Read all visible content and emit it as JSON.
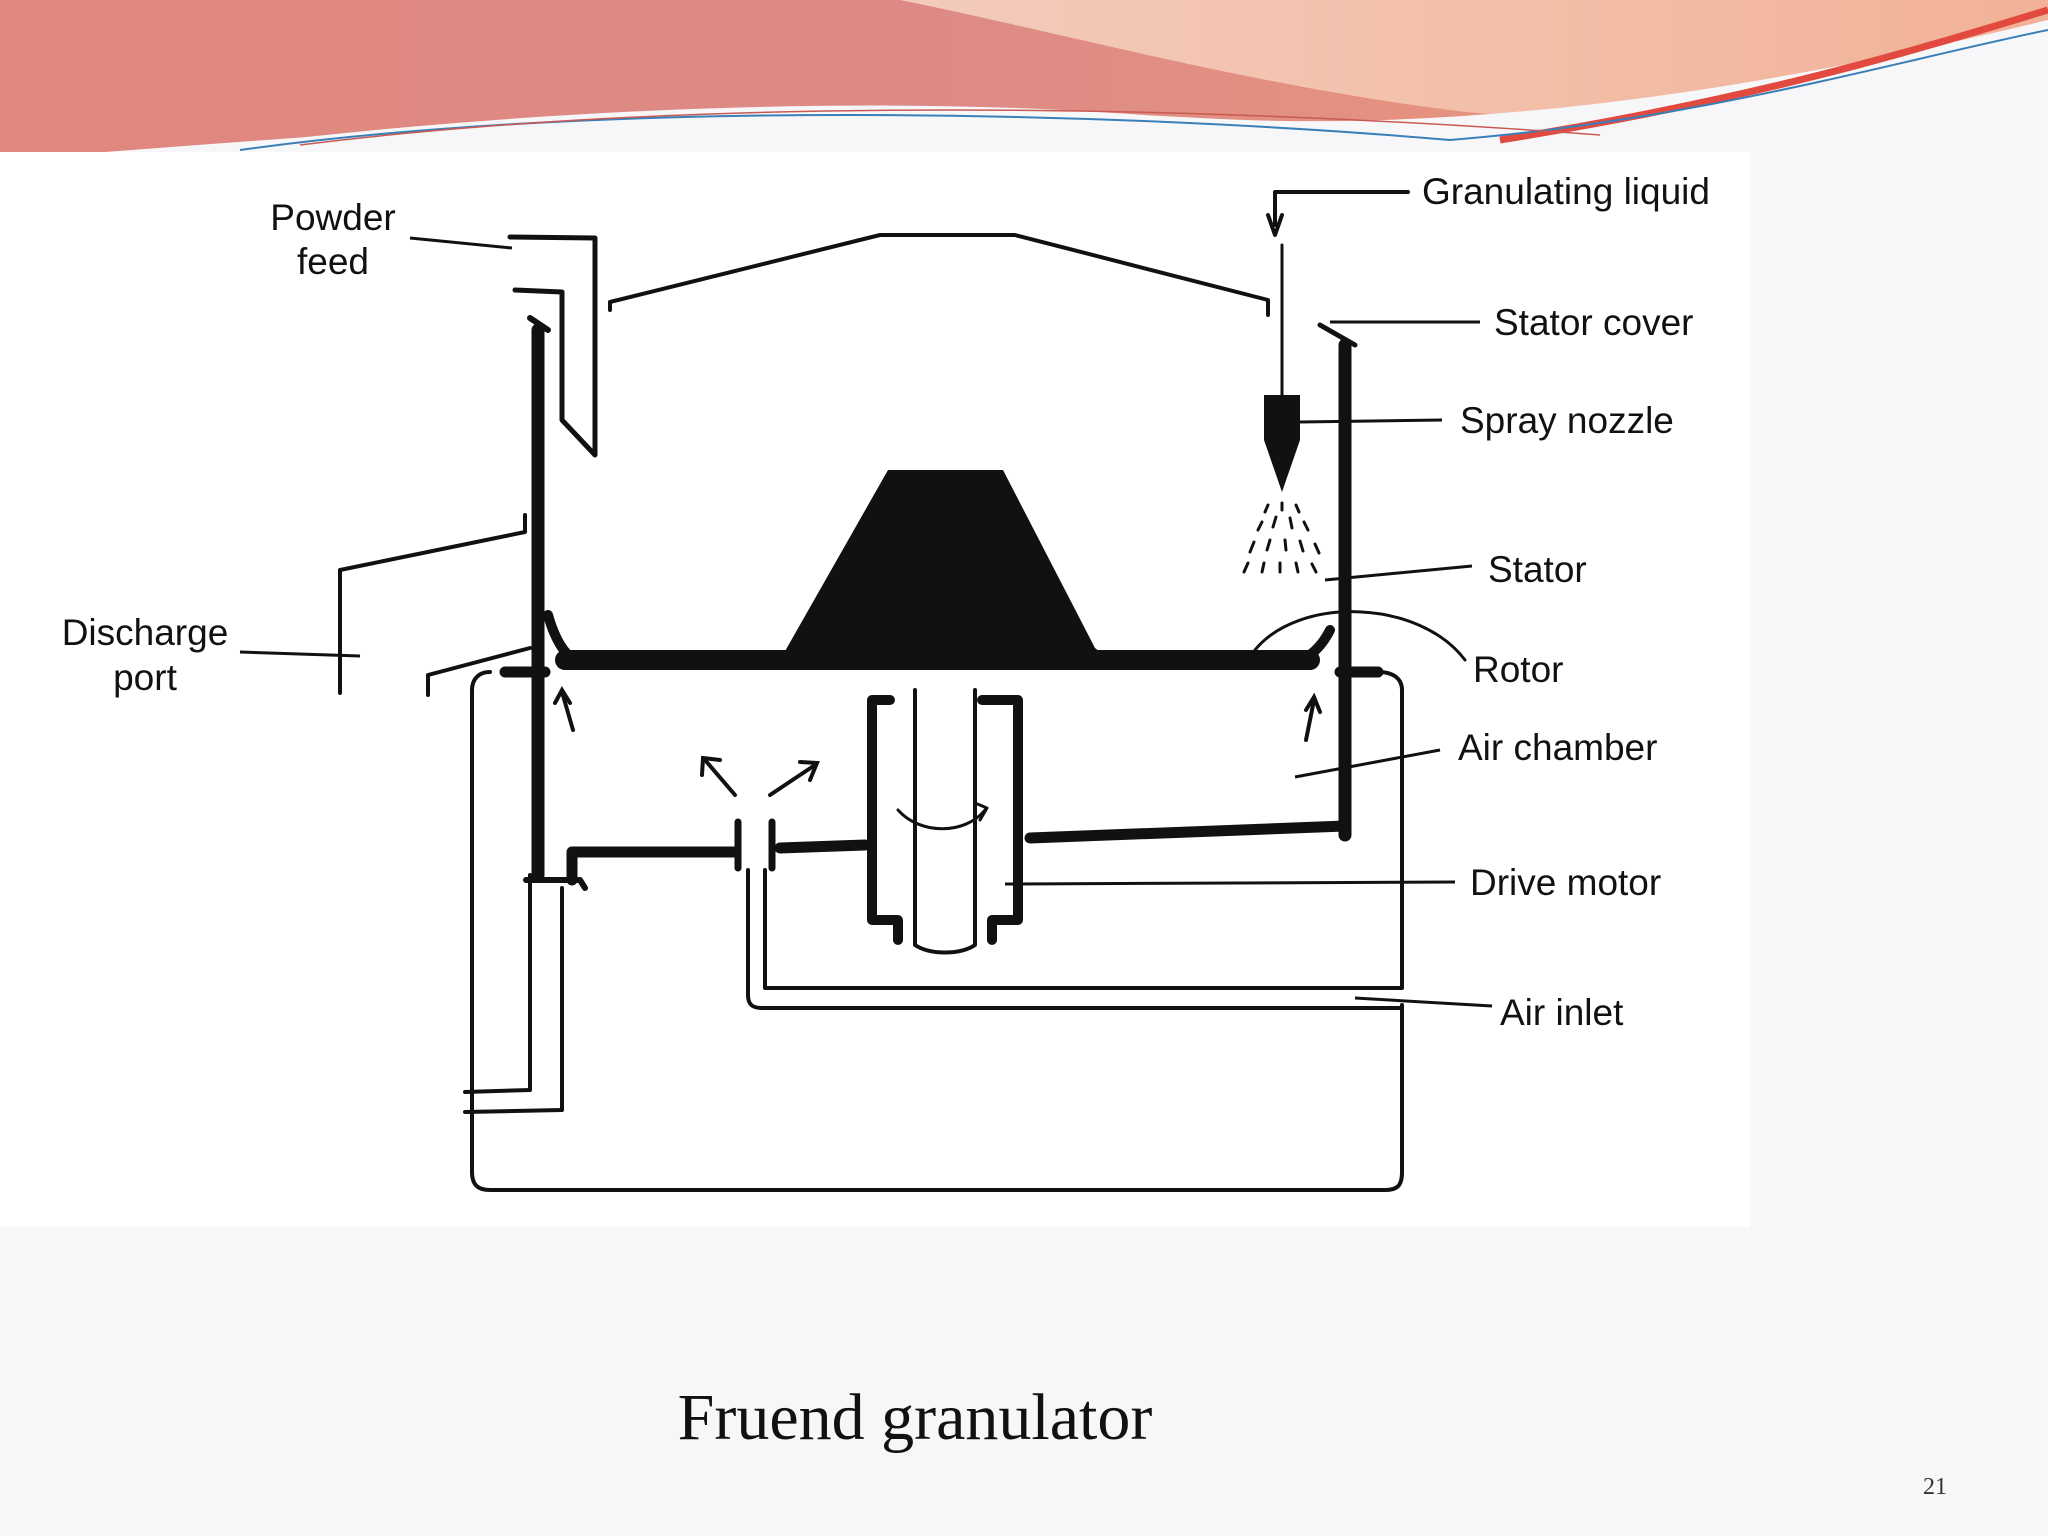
{
  "colors": {
    "banner_coral": "#e0887e",
    "banner_rose": "#e87d7a",
    "banner_peach": "#f2b79a",
    "accent_red": "#e24a3f",
    "swoosh_blue": "#3a7fb8",
    "ink": "#111111",
    "panel": "#ffffff",
    "background": "#f7f7fa"
  },
  "diagram": {
    "labels": {
      "powder_feed_line1": "Powder",
      "powder_feed_line2": "feed",
      "granulating_liquid": "Granulating liquid",
      "stator_cover": "Stator cover",
      "spray_nozzle": "Spray nozzle",
      "stator": "Stator",
      "rotor": "Rotor",
      "discharge_port_line1": "Discharge",
      "discharge_port_line2": "port",
      "air_chamber": "Air chamber",
      "drive_motor": "Drive motor",
      "air_inlet": "Air inlet"
    }
  },
  "caption": "Fruend granulator",
  "slide_number": "21"
}
